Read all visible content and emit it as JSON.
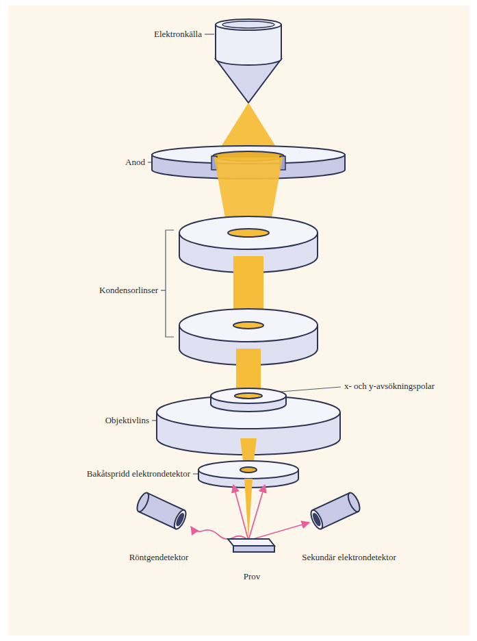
{
  "diagram": {
    "labels": [
      "Elektronkälla",
      "Anod",
      "Kondensorlinser",
      "x- och y-avsökningspolar",
      "Objektivlins",
      "Bakåtspridd elektrondetektor",
      "Röntgendetektor",
      "Sekundär elektrondetektor",
      "Prov"
    ]
  }
}
